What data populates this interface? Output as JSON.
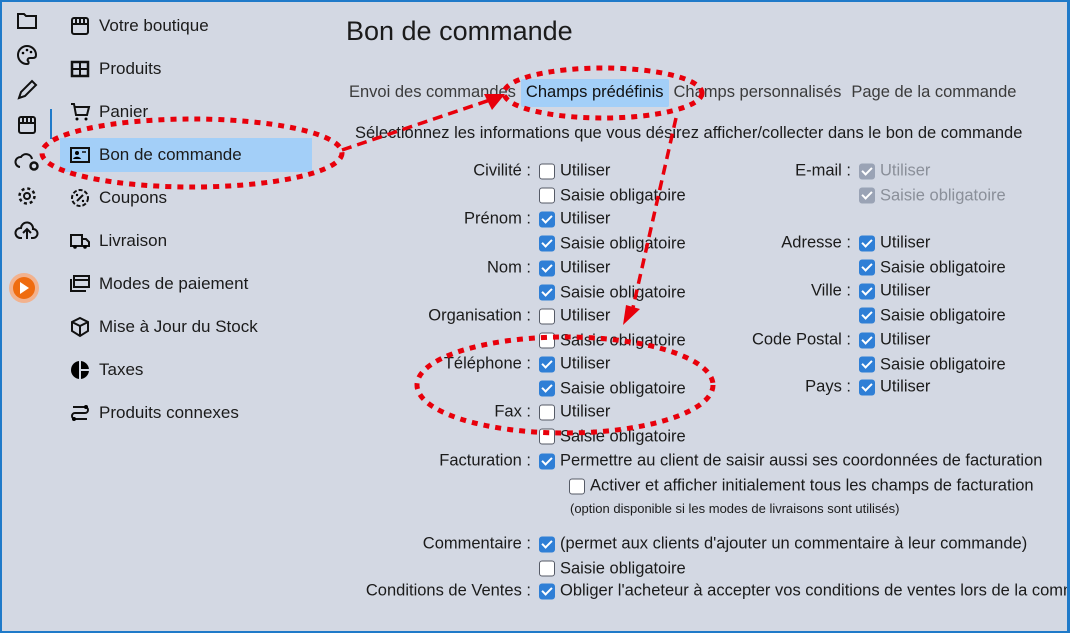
{
  "rail": {
    "icons": [
      "folder-icon",
      "palette-icon",
      "pencil-icon",
      "store-icon",
      "cloud-settings-icon",
      "gear-icon",
      "cloud-upload-icon"
    ],
    "play_color": "#ef6c10"
  },
  "nav": [
    {
      "label": "Votre boutique",
      "icon": "store-icon"
    },
    {
      "label": "Produits",
      "icon": "table-icon"
    },
    {
      "label": "Panier",
      "icon": "cart-icon"
    },
    {
      "label": "Bon de commande",
      "icon": "id-card-icon",
      "active": true
    },
    {
      "label": "Coupons",
      "icon": "discount-icon"
    },
    {
      "label": "Livraison",
      "icon": "truck-icon"
    },
    {
      "label": "Modes de paiement",
      "icon": "payment-icon"
    },
    {
      "label": "Mise à Jour du Stock",
      "icon": "box-icon"
    },
    {
      "label": "Taxes",
      "icon": "pie-icon"
    },
    {
      "label": "Produits connexes",
      "icon": "related-icon"
    }
  ],
  "page": {
    "title": "Bon de commande",
    "tabs": [
      {
        "label": "Envoi des commandes"
      },
      {
        "label": "Champs prédéfinis",
        "active": true
      },
      {
        "label": "Champs personnalisés"
      },
      {
        "label": "Page de la commande"
      }
    ],
    "intro": "Sélectionnez les informations que vous désirez afficher/collecter dans le bon de commande",
    "note": "(option disponible si les modes de livraisons sont utilisés)"
  },
  "left_fields": [
    {
      "label": "Civilité :",
      "row": 171,
      "options": [
        {
          "text": "Utiliser",
          "checked": false
        },
        {
          "text": "Saisie obligatoire",
          "checked": false
        }
      ]
    },
    {
      "label": "Prénom :",
      "row": 219,
      "options": [
        {
          "text": "Utiliser",
          "checked": true
        },
        {
          "text": "Saisie obligatoire",
          "checked": true
        }
      ]
    },
    {
      "label": "Nom :",
      "row": 268,
      "options": [
        {
          "text": "Utiliser",
          "checked": true
        },
        {
          "text": "Saisie obligatoire",
          "checked": true
        }
      ]
    },
    {
      "label": "Organisation :",
      "row": 316,
      "options": [
        {
          "text": "Utiliser",
          "checked": false
        },
        {
          "text": "Saisie obligatoire",
          "checked": false
        }
      ]
    },
    {
      "label": "Téléphone :",
      "row": 364,
      "options": [
        {
          "text": "Utiliser",
          "checked": true
        },
        {
          "text": "Saisie obligatoire",
          "checked": true
        }
      ]
    },
    {
      "label": "Fax :",
      "row": 412,
      "options": [
        {
          "text": "Utiliser",
          "checked": false
        },
        {
          "text": "Saisie obligatoire",
          "checked": false
        }
      ]
    },
    {
      "label": "Facturation :",
      "row": 461,
      "options": [
        {
          "text": "Permettre au client de saisir aussi ses coordonnées de facturation",
          "checked": true
        },
        {
          "text": "Activer et afficher initialement tous les champs de facturation",
          "checked": false,
          "indent": true
        }
      ]
    },
    {
      "label": "Commentaire :",
      "row": 544,
      "options": [
        {
          "text": "(permet aux clients d'ajouter un commentaire à leur commande)",
          "checked": true
        },
        {
          "text": "Saisie obligatoire",
          "checked": false
        }
      ]
    },
    {
      "label": "Conditions de Ventes :",
      "row": 591,
      "options": [
        {
          "text": "Obliger l'acheteur à accepter vos conditions de ventes lors de la commande",
          "checked": true
        }
      ]
    }
  ],
  "right_fields": [
    {
      "label": "E-mail :",
      "row": 171,
      "options": [
        {
          "text": "Utiliser",
          "checked": true,
          "disabled": true
        },
        {
          "text": "Saisie obligatoire",
          "checked": true,
          "disabled": true
        }
      ]
    },
    {
      "label": "Adresse :",
      "row": 243,
      "options": [
        {
          "text": "Utiliser",
          "checked": true
        },
        {
          "text": "Saisie obligatoire",
          "checked": true
        }
      ]
    },
    {
      "label": "Ville :",
      "row": 291,
      "options": [
        {
          "text": "Utiliser",
          "checked": true
        },
        {
          "text": "Saisie obligatoire",
          "checked": true
        }
      ]
    },
    {
      "label": "Code Postal :",
      "row": 340,
      "options": [
        {
          "text": "Utiliser",
          "checked": true
        },
        {
          "text": "Saisie obligatoire",
          "checked": true
        }
      ]
    },
    {
      "label": "Pays :",
      "row": 387,
      "options": [
        {
          "text": "Utiliser",
          "checked": true
        }
      ]
    }
  ]
}
